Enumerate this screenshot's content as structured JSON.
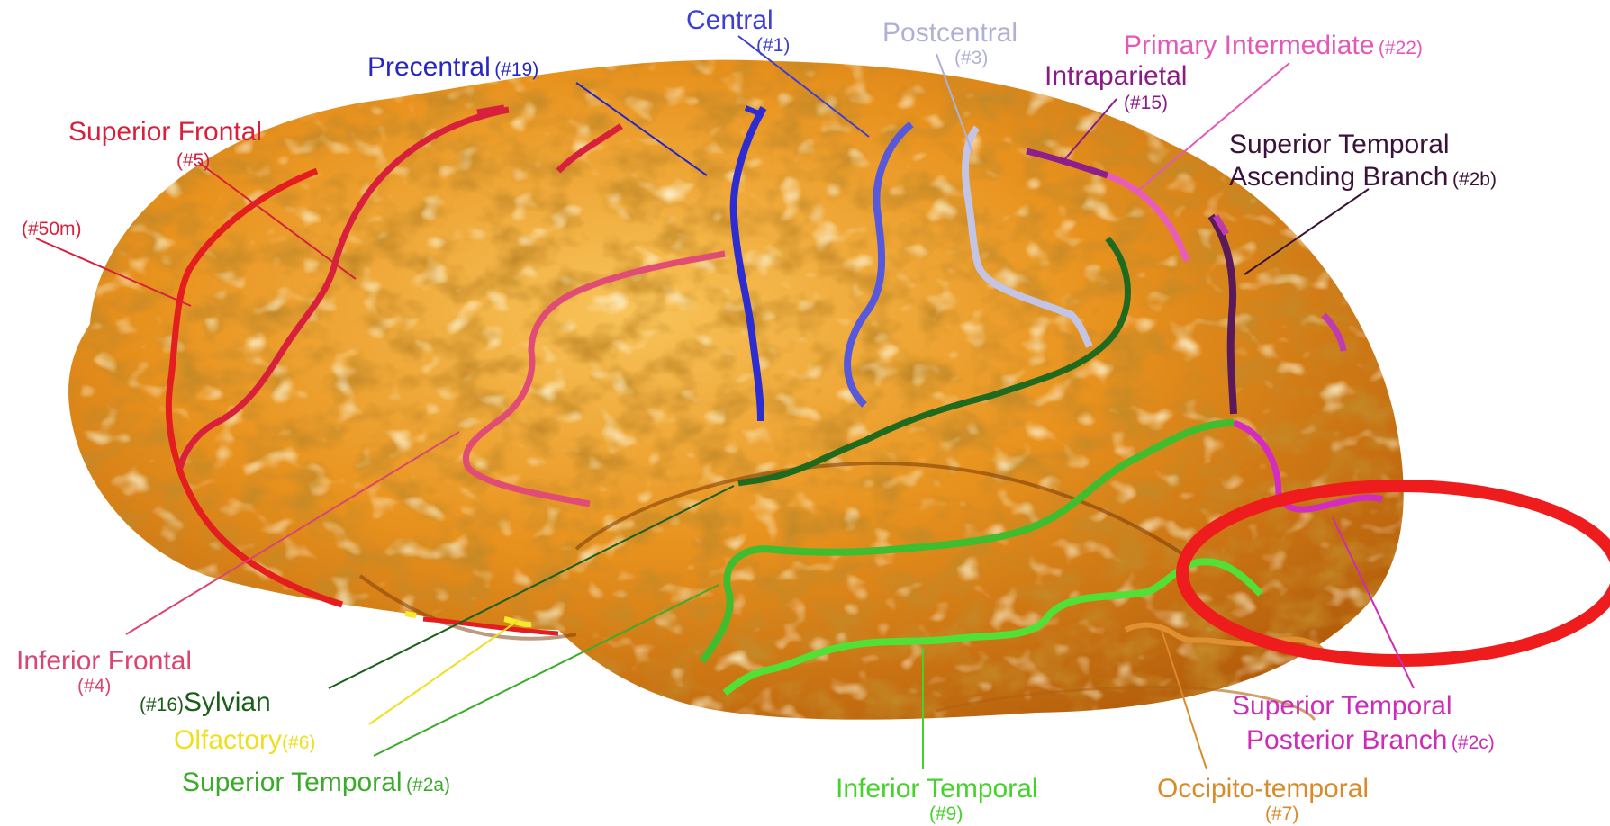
{
  "colors": {
    "brain_base": "#e08a1c",
    "brain_light": "#f6d27a",
    "brain_shadow": "#8a4008",
    "highlight_ellipse": "#ee1c1c"
  },
  "labels": {
    "central": {
      "name": "Central",
      "num": "(#1)",
      "color": "#3d3fd0"
    },
    "precentral": {
      "name": "Precentral",
      "num": "(#19)",
      "color": "#2727c4"
    },
    "postcentral": {
      "name": "Postcentral",
      "num": "(#3)",
      "color": "#b0b0d6"
    },
    "primary_intermediate": {
      "name": "Primary Intermediate",
      "num": "(#22)",
      "color": "#e458b8"
    },
    "intraparietal": {
      "name": "Intraparietal",
      "num": "(#15)",
      "color": "#8a1b86"
    },
    "sup_temp_asc": {
      "line1": "Superior Temporal",
      "line2": "Ascending Branch",
      "num": "(#2b)",
      "color": "#3a1238"
    },
    "superior_frontal": {
      "name": "Superior Frontal",
      "num": "(#5)",
      "color": "#d8203c"
    },
    "s50m": {
      "num": "(#50m)",
      "color": "#d8203c"
    },
    "inferior_frontal": {
      "name": "Inferior Frontal",
      "num": "(#4)",
      "color": "#d94670"
    },
    "sylvian": {
      "name": "Sylvian",
      "num": "(#16)",
      "color": "#1a5e1a"
    },
    "olfactory": {
      "name": "Olfactory",
      "num": "(#6)",
      "color": "#eee020"
    },
    "superior_temporal": {
      "name": "Superior Temporal",
      "num": "(#2a)",
      "color": "#3cab2c"
    },
    "inferior_temporal": {
      "name": "Inferior Temporal",
      "num": "(#9)",
      "color": "#46d22c"
    },
    "occipito_temporal": {
      "name": "Occipito-temporal",
      "num": "(#7)",
      "color": "#d98b2a"
    },
    "sup_temp_post": {
      "line1": "Superior Temporal",
      "line2": "Posterior Branch",
      "num": "(#2c)",
      "color": "#cc2cb6"
    }
  }
}
